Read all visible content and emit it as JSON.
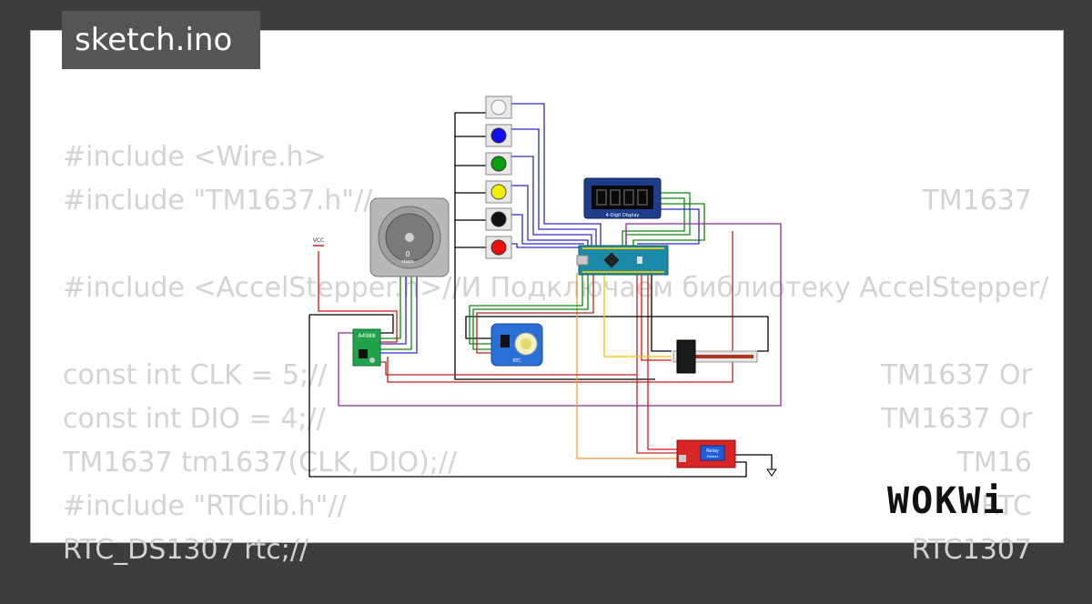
{
  "file_tab": {
    "title": "sketch.ino"
  },
  "code_lines": [
    "#include <Wire.h>",
    "#include \"TM1637.h\"//",
    "",
    "#include <AccelStepper.h>//И Подключаем библиотеку AccelStepper/",
    "",
    "const int CLK = 5;//",
    "const int DIO = 4;//",
    "TM1637 tm1637(CLK, DIO);//",
    "#include \"RTClib.h\"//",
    "RTC_DS1307 rtc;//"
  ],
  "code_right": [
    "TM1637",
    "TM1637 Or",
    "TM1637 Or",
    "TM16",
    "RTC",
    "RTC1307"
  ],
  "diagram": {
    "stepper": {
      "value": "0",
      "unit": "steps"
    },
    "display": {
      "label": "4-Digit Display"
    },
    "driver": {
      "label": "A4988"
    },
    "rtc": {
      "label": "RTC"
    },
    "relay": {
      "label": "Relay",
      "sublabel": "Module"
    },
    "vcc_label": "VCC",
    "buttons": [
      {
        "name": "white",
        "color": "#f2f2f2"
      },
      {
        "name": "blue",
        "color": "#1010ee"
      },
      {
        "name": "green",
        "color": "#0aa00a"
      },
      {
        "name": "yellow",
        "color": "#f5ee00"
      },
      {
        "name": "black",
        "color": "#111111"
      },
      {
        "name": "red",
        "color": "#ee1010"
      }
    ]
  },
  "brand": {
    "logo": "WOKWi"
  },
  "colors": {
    "backdrop": "#3d3d3d",
    "tab": "#555555",
    "code_text": "#d3d3d3"
  }
}
